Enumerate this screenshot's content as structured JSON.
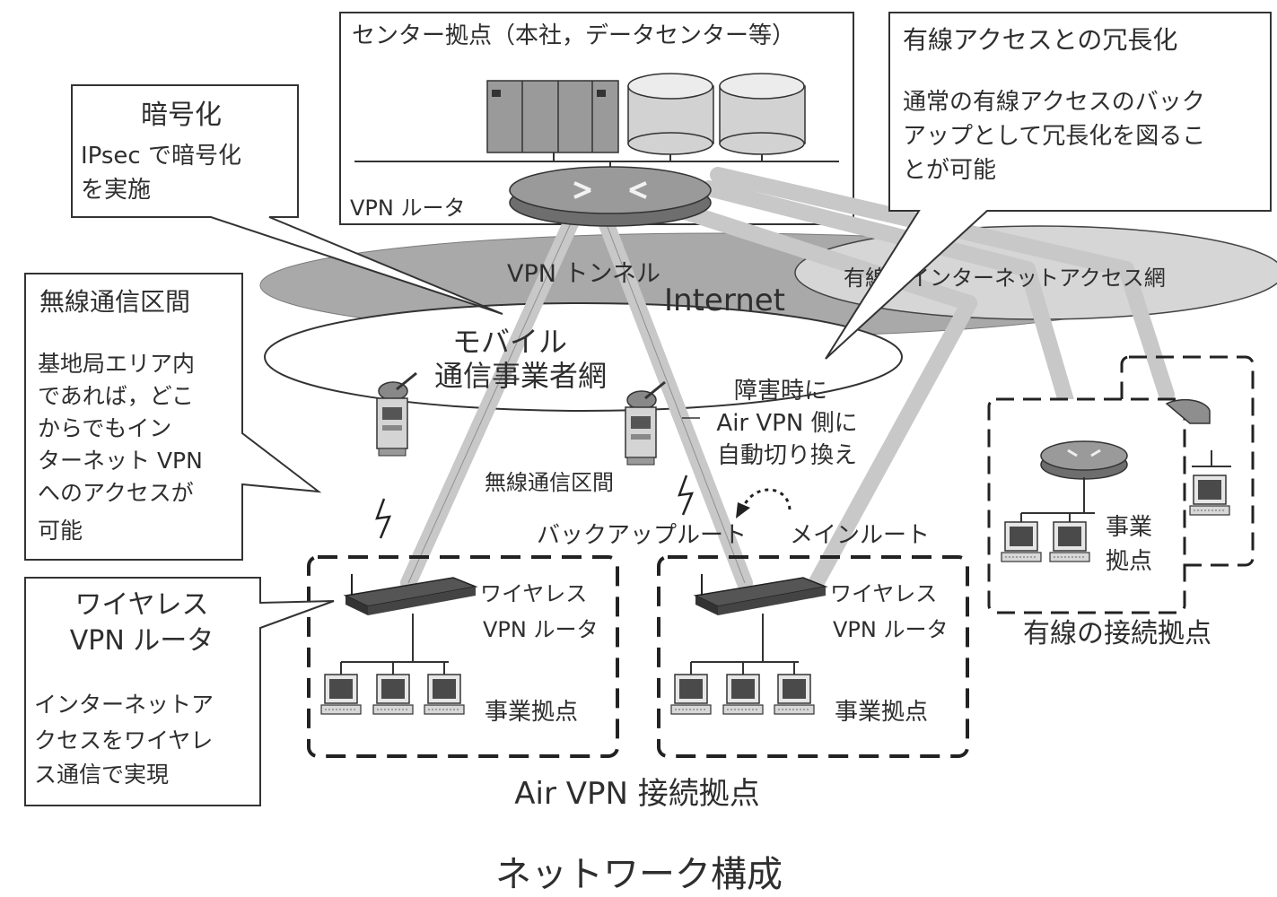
{
  "center_site": {
    "title": "センター拠点（本社，データセンター等）",
    "router_label": "VPN ルータ"
  },
  "callouts": {
    "encryption": {
      "title": "暗号化",
      "body": [
        "IPsec で暗号化",
        "を実施"
      ]
    },
    "wired_redundancy": {
      "title": "有線アクセスとの冗長化",
      "body": [
        "通常の有線アクセスのバック",
        "アップとして冗長化を図るこ",
        "とが可能"
      ]
    },
    "wireless_section": {
      "title": "無線通信区間",
      "body": [
        "基地局エリア内",
        "であれば，どこ",
        "からでもイン",
        "ターネット VPN",
        "へのアクセスが",
        "可能"
      ]
    },
    "wireless_router": {
      "title": [
        "ワイヤレス",
        "VPN ルータ"
      ],
      "body": [
        "インターネットア",
        "クセスをワイヤレ",
        "ス通信で実現"
      ]
    }
  },
  "network": {
    "vpn_tunnel": "VPN トンネル",
    "internet": "Internet",
    "wired_access_net": "有線系インターネットアクセス網",
    "mobile_net": [
      "モバイル",
      "通信事業者網"
    ],
    "wireless_section": "無線通信区間",
    "failover": [
      "障害時に",
      "Air VPN 側に",
      "自動切り換え"
    ],
    "backup_route": "バックアップルート",
    "main_route": "メインルート"
  },
  "sites": {
    "air_left": {
      "router_label": [
        "ワイヤレス",
        "VPN ルータ"
      ],
      "office_label": "事業拠点"
    },
    "air_right": {
      "router_label": [
        "ワイヤレス",
        "VPN ルータ"
      ],
      "office_label": "事業拠点"
    },
    "air_group_label": "Air VPN 接続拠点",
    "wired": {
      "office_label": [
        "事業",
        "拠点"
      ],
      "group_label": "有線の接続拠点"
    }
  },
  "figure_title": "ネットワーク構成"
}
